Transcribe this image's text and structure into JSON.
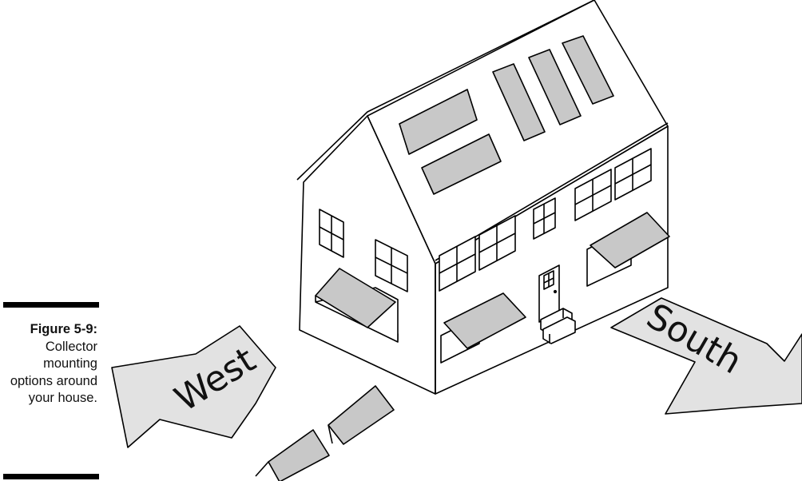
{
  "figure": {
    "label": "Figure 5-9:",
    "caption": "Collector mounting options around your house."
  },
  "arrows": {
    "west": "West",
    "south": "South"
  },
  "colors": {
    "collector_fill": "#c8c8c8",
    "arrow_fill": "#e2e2e2",
    "line": "#000000"
  }
}
